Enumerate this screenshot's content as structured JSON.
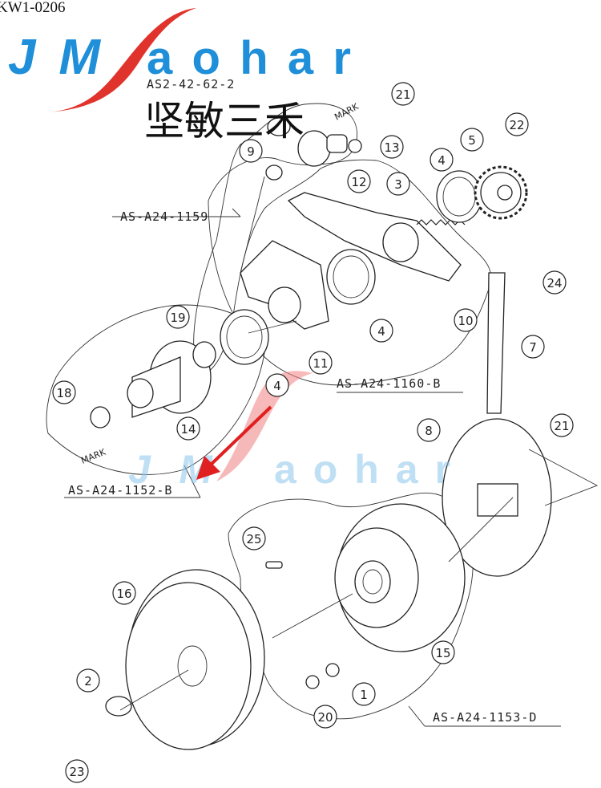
{
  "header": {
    "doc_code": "KW1-0206",
    "logo_text": "JMSaohar",
    "chinese_brand": "坚敏三禾"
  },
  "watermark": {
    "text": "JMSaohar"
  },
  "assemblies": {
    "a1": "AS2-42-62-2",
    "a2": "AS-A24-1159",
    "a3": "AS-A24-1160-B",
    "a4": "AS-A24-1152-B",
    "a5": "AS-A24-1153-D"
  },
  "mark_label": "MARK",
  "callouts": [
    "21",
    "13",
    "22",
    "5",
    "4",
    "3",
    "12",
    "9",
    "24",
    "10",
    "7",
    "4",
    "11",
    "19",
    "4",
    "18",
    "14",
    "21",
    "8",
    "25",
    "16",
    "15",
    "2",
    "1",
    "20",
    "23"
  ],
  "colors": {
    "logo_blue": "#1e8fd8",
    "logo_red": "#e0332b",
    "arrow_red": "#e02020"
  }
}
